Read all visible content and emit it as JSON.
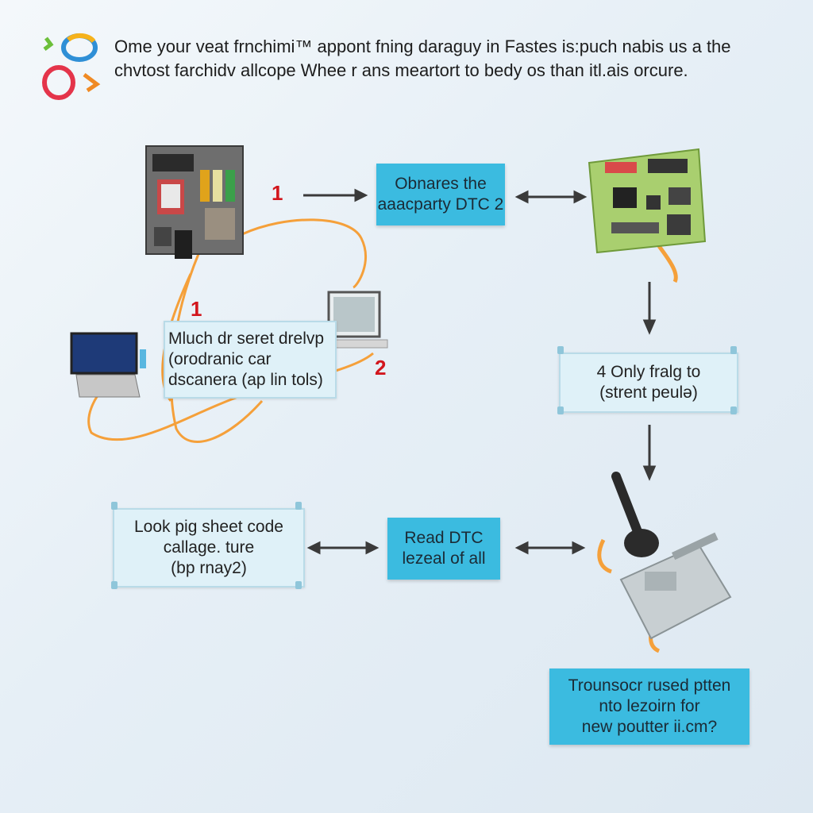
{
  "header": {
    "line1": "Ome your veat frnchimi™ appont fning daraguy in Fastes is:puch nabis us a the",
    "line2": "chvtost farchidv allcope Whee r ans meartort to bedy os than itl.ais orcure."
  },
  "steps": {
    "n1_top": "1",
    "n1_left": "1",
    "n2": "2"
  },
  "boxes": {
    "obtain": [
      "Obnares the",
      "aaacparty DTC 2"
    ],
    "manual": [
      "Mluch dr seret drelvp",
      "(orodranic car",
      "dscanera (ap lin tols)"
    ],
    "only": [
      "4 Only fralg to",
      "(strent peulə)"
    ],
    "lookup": [
      "Look pig sheet code",
      "callage. ture",
      "(bp rnay2)"
    ],
    "read": [
      "Read DTC",
      "lezeal of all"
    ],
    "troubleshoot": [
      "Trounsocr rused ptten",
      "nto lezoirn for",
      "new poutter ii.cm?"
    ]
  },
  "colors": {
    "accent_cyan": "#3bbbe0",
    "pale_box": "#dff1f8",
    "step_number_red": "#d2161d",
    "cable_orange": "#f5a03a",
    "arrow_dark": "#3a3a3a"
  },
  "icons": [
    "logo-circles-icon",
    "ecu-device-icon",
    "circuit-board-icon",
    "laptop-icon",
    "monitor-icon",
    "obd-scanner-icon"
  ]
}
